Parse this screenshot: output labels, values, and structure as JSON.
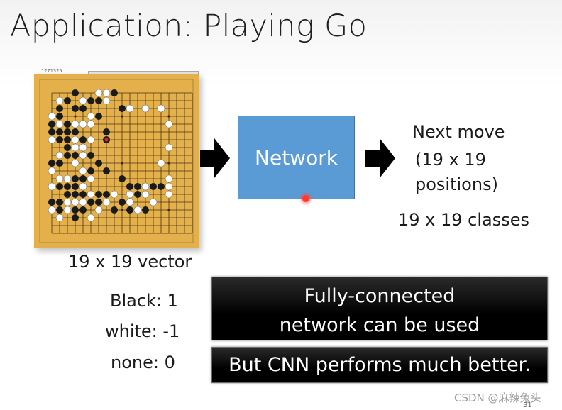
{
  "slide": {
    "title": "Application: Playing Go",
    "network_label": "Network",
    "output": {
      "line1": "Next move",
      "line2": "(19 x 19",
      "line3": "positions)",
      "classes": "19 x 19 classes"
    },
    "input": {
      "vector_label": "19 x 19 vector",
      "black": "Black: 1",
      "white": "white: -1",
      "none": "none: 0"
    },
    "box1": {
      "line1": "Fully-connected",
      "line2": "network can be used"
    },
    "box2": "But CNN performs much better.",
    "watermark": "CSDN @麻辣兔头",
    "page_number": "31",
    "board_number": "1271325"
  },
  "board": {
    "size": 19,
    "black": [
      [
        3,
        0
      ],
      [
        8,
        0
      ],
      [
        2,
        1
      ],
      [
        5,
        1
      ],
      [
        6,
        1
      ],
      [
        1,
        2
      ],
      [
        3,
        2
      ],
      [
        4,
        2
      ],
      [
        9,
        2
      ],
      [
        1,
        3
      ],
      [
        6,
        3
      ],
      [
        0,
        4
      ],
      [
        2,
        4
      ],
      [
        0,
        5
      ],
      [
        1,
        5
      ],
      [
        2,
        5
      ],
      [
        3,
        5
      ],
      [
        7,
        5
      ],
      [
        1,
        6
      ],
      [
        2,
        6
      ],
      [
        4,
        6
      ],
      [
        2,
        7
      ],
      [
        2,
        8
      ],
      [
        3,
        8
      ],
      [
        5,
        8
      ],
      [
        0,
        9
      ],
      [
        1,
        9
      ],
      [
        6,
        9
      ],
      [
        5,
        10
      ],
      [
        7,
        10
      ],
      [
        3,
        11
      ],
      [
        4,
        11
      ],
      [
        9,
        11
      ],
      [
        1,
        12
      ],
      [
        2,
        12
      ],
      [
        3,
        12
      ],
      [
        10,
        12
      ],
      [
        11,
        12
      ],
      [
        13,
        12
      ],
      [
        14,
        12
      ],
      [
        2,
        13
      ],
      [
        3,
        13
      ],
      [
        4,
        13
      ],
      [
        6,
        13
      ],
      [
        7,
        13
      ],
      [
        11,
        13
      ],
      [
        0,
        14
      ],
      [
        1,
        14
      ],
      [
        5,
        14
      ],
      [
        6,
        14
      ],
      [
        9,
        14
      ],
      [
        1,
        15
      ],
      [
        3,
        15
      ],
      [
        4,
        15
      ],
      [
        8,
        15
      ],
      [
        10,
        15
      ],
      [
        12,
        15
      ],
      [
        3,
        16
      ]
    ],
    "white": [
      [
        6,
        0
      ],
      [
        7,
        0
      ],
      [
        4,
        1
      ],
      [
        5,
        1
      ],
      [
        1,
        1
      ],
      [
        7,
        1
      ],
      [
        10,
        2
      ],
      [
        12,
        2
      ],
      [
        14,
        2
      ],
      [
        0,
        3
      ],
      [
        1,
        3
      ],
      [
        5,
        3
      ],
      [
        1,
        4
      ],
      [
        3,
        4
      ],
      [
        4,
        4
      ],
      [
        5,
        4
      ],
      [
        15,
        4
      ],
      [
        0,
        6
      ],
      [
        3,
        6
      ],
      [
        5,
        6
      ],
      [
        15,
        7
      ],
      [
        3,
        7
      ],
      [
        4,
        7
      ],
      [
        1,
        8
      ],
      [
        4,
        8
      ],
      [
        1,
        9
      ],
      [
        3,
        9
      ],
      [
        14,
        9
      ],
      [
        4,
        10
      ],
      [
        0,
        10
      ],
      [
        1,
        11
      ],
      [
        2,
        11
      ],
      [
        5,
        11
      ],
      [
        15,
        11
      ],
      [
        0,
        12
      ],
      [
        4,
        12
      ],
      [
        12,
        12
      ],
      [
        15,
        12
      ],
      [
        5,
        13
      ],
      [
        8,
        13
      ],
      [
        10,
        13
      ],
      [
        12,
        13
      ],
      [
        15,
        13
      ],
      [
        2,
        14
      ],
      [
        3,
        14
      ],
      [
        4,
        14
      ],
      [
        7,
        14
      ],
      [
        10,
        14
      ],
      [
        13,
        14
      ],
      [
        0,
        15
      ],
      [
        2,
        15
      ],
      [
        6,
        15
      ],
      [
        11,
        15
      ],
      [
        1,
        16
      ],
      [
        5,
        16
      ]
    ],
    "last_move": [
      7,
      6
    ]
  },
  "colors": {
    "board": "#e3b04b",
    "network_box": "#5b9bd5"
  }
}
